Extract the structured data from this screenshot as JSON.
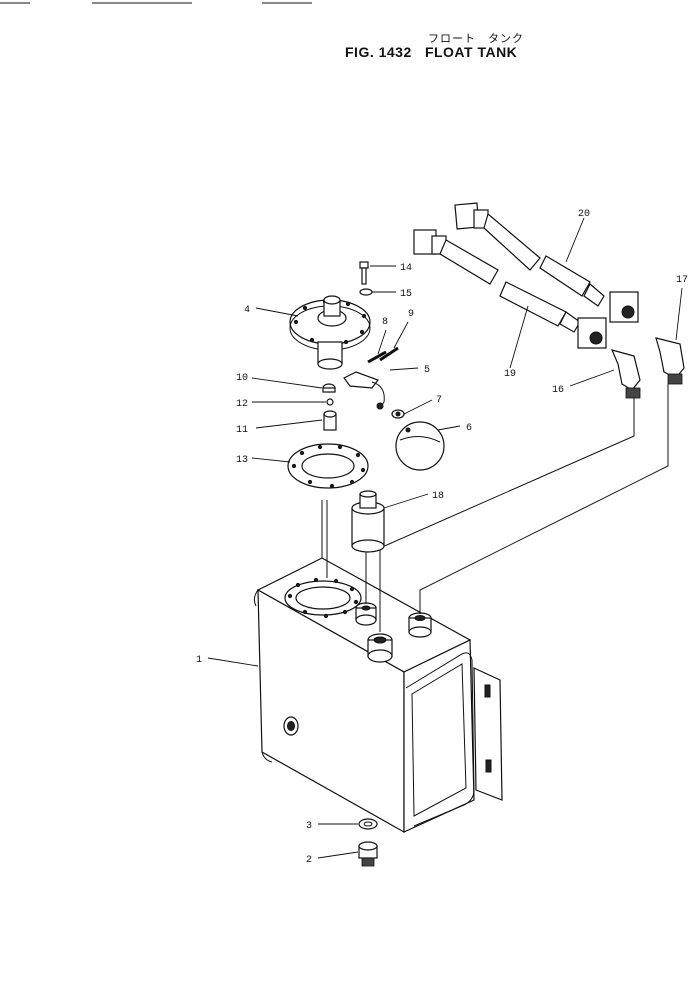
{
  "title": {
    "japanese": "フロート　タンク",
    "figure_number": "FIG. 1432",
    "name": "FLOAT TANK"
  },
  "callouts": [
    {
      "id": "tank",
      "label": "1"
    },
    {
      "id": "plug",
      "label": "2"
    },
    {
      "id": "washer",
      "label": "3"
    },
    {
      "id": "float-switch-flange",
      "label": "4"
    },
    {
      "id": "lever-bracket",
      "label": "5"
    },
    {
      "id": "float-ball",
      "label": "6"
    },
    {
      "id": "nut-7",
      "label": "7"
    },
    {
      "id": "pin-8",
      "label": "8"
    },
    {
      "id": "pin-9",
      "label": "9"
    },
    {
      "id": "nut-10",
      "label": "10"
    },
    {
      "id": "spacer-11",
      "label": "11"
    },
    {
      "id": "washer-12",
      "label": "12"
    },
    {
      "id": "gasket",
      "label": "13"
    },
    {
      "id": "bolt",
      "label": "14"
    },
    {
      "id": "lock-washer",
      "label": "15"
    },
    {
      "id": "elbow-16",
      "label": "16"
    },
    {
      "id": "elbow-17",
      "label": "17"
    },
    {
      "id": "filler-cap",
      "label": "18"
    },
    {
      "id": "hose-19",
      "label": "19"
    },
    {
      "id": "hose-20",
      "label": "20"
    }
  ]
}
